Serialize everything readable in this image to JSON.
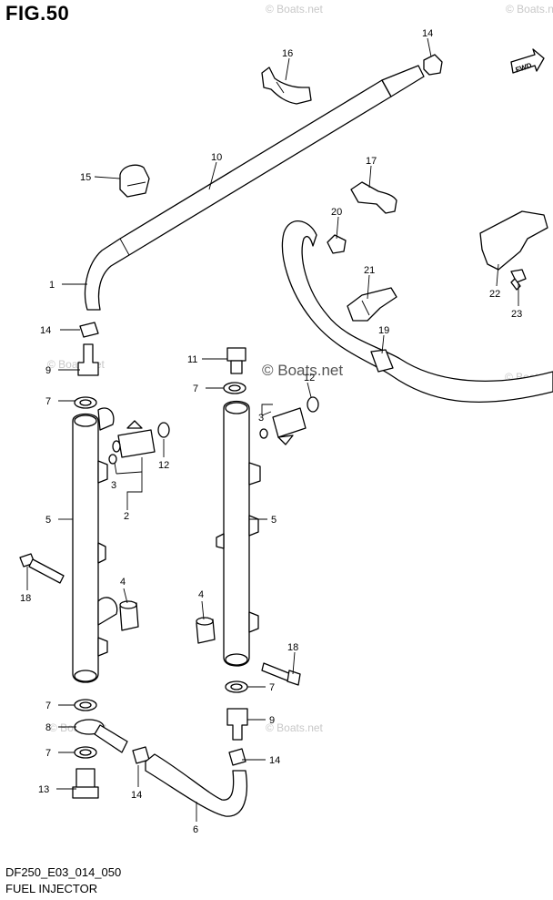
{
  "figure": {
    "title": "FIG.50",
    "model_code": "DF250_E03_014_050",
    "name": "FUEL INJECTOR"
  },
  "watermark": {
    "text": "© Boats.net"
  },
  "direction_badge": {
    "label": "FWD"
  },
  "callouts": {
    "c1": "1",
    "c2": "2",
    "c3a": "3",
    "c3b": "3",
    "c4a": "4",
    "c4b": "4",
    "c5a": "5",
    "c5b": "5",
    "c6": "6",
    "c7a": "7",
    "c7b": "7",
    "c7c": "7",
    "c7d": "7",
    "c7e": "7",
    "c8": "8",
    "c9a": "9",
    "c9b": "9",
    "c10": "10",
    "c11": "11",
    "c12a": "12",
    "c12b": "12",
    "c13": "13",
    "c14a": "14",
    "c14b": "14",
    "c14c": "14",
    "c14d": "14",
    "c15": "15",
    "c16": "16",
    "c17": "17",
    "c18a": "18",
    "c18b": "18",
    "c19": "19",
    "c20": "20",
    "c21": "21",
    "c22": "22",
    "c23": "23"
  },
  "colors": {
    "line": "#000000",
    "background": "#ffffff",
    "watermark": "#c8c8c8"
  }
}
